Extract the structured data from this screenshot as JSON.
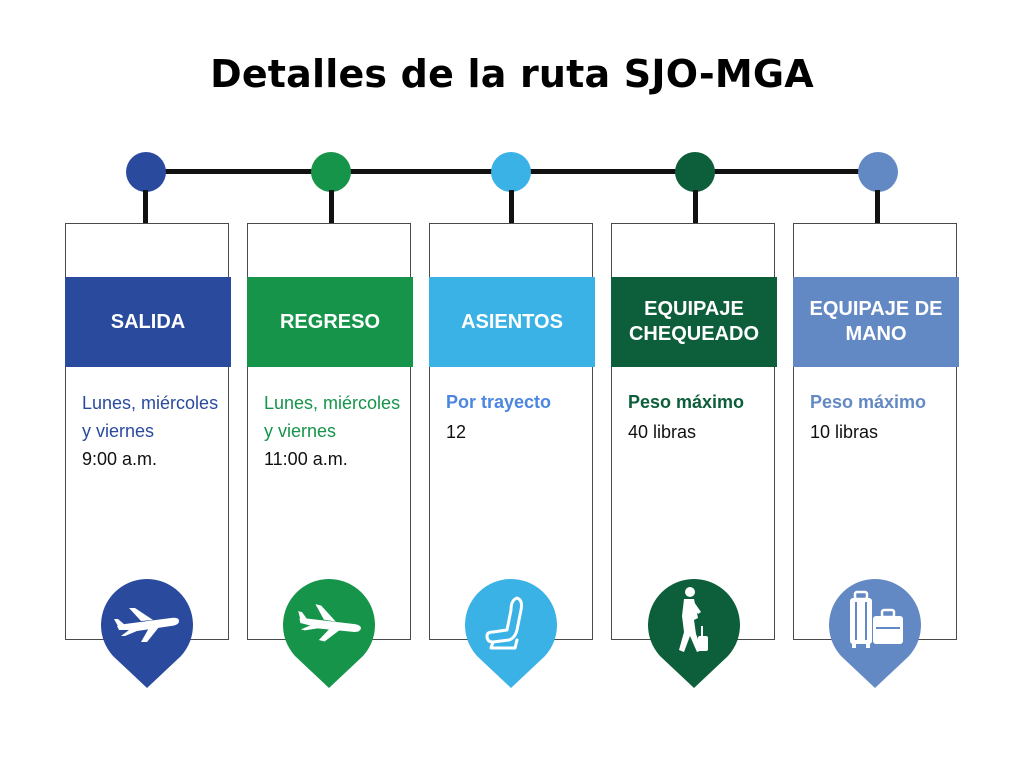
{
  "title": "Detalles de la ruta SJO-MGA",
  "columns": [
    {
      "heading": "SALIDA",
      "color": "#2a4a9e",
      "schedule": "Lunes, miércoles y viernes",
      "time": "9:00 a.m.",
      "icon": "airplane-takeoff-icon"
    },
    {
      "heading": "REGRESO",
      "color": "#15944a",
      "schedule": "Lunes, miércoles y viernes",
      "time": "11:00 a.m.",
      "icon": "airplane-landing-icon"
    },
    {
      "heading": "ASIENTOS",
      "color": "#3ab2e6",
      "label": "Por trayecto",
      "label_color": "#4c86e0",
      "value": "12",
      "icon": "seat-icon"
    },
    {
      "heading": "EQUIPAJE CHEQUEADO",
      "color": "#0d5e3a",
      "label": "Peso máximo",
      "label_color": "#0d5e3a",
      "value": "40 libras",
      "icon": "traveler-with-luggage-icon"
    },
    {
      "heading": "EQUIPAJE DE MANO",
      "color": "#6389c4",
      "label": "Peso máximo",
      "label_color": "#6389c4",
      "value": "10 libras",
      "icon": "suitcases-icon"
    }
  ]
}
